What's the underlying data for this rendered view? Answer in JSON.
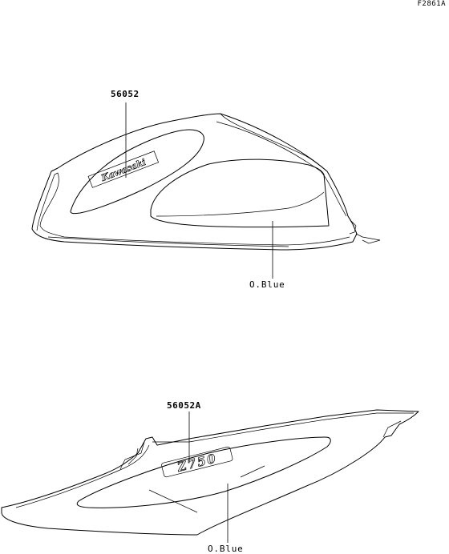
{
  "figure_id": "F2861A",
  "parts": [
    {
      "part_number": "56052",
      "color": "O.Blue",
      "decal_text": "Kawasaki"
    },
    {
      "part_number": "56052A",
      "color": "O.Blue",
      "decal_text": "Z750"
    }
  ]
}
